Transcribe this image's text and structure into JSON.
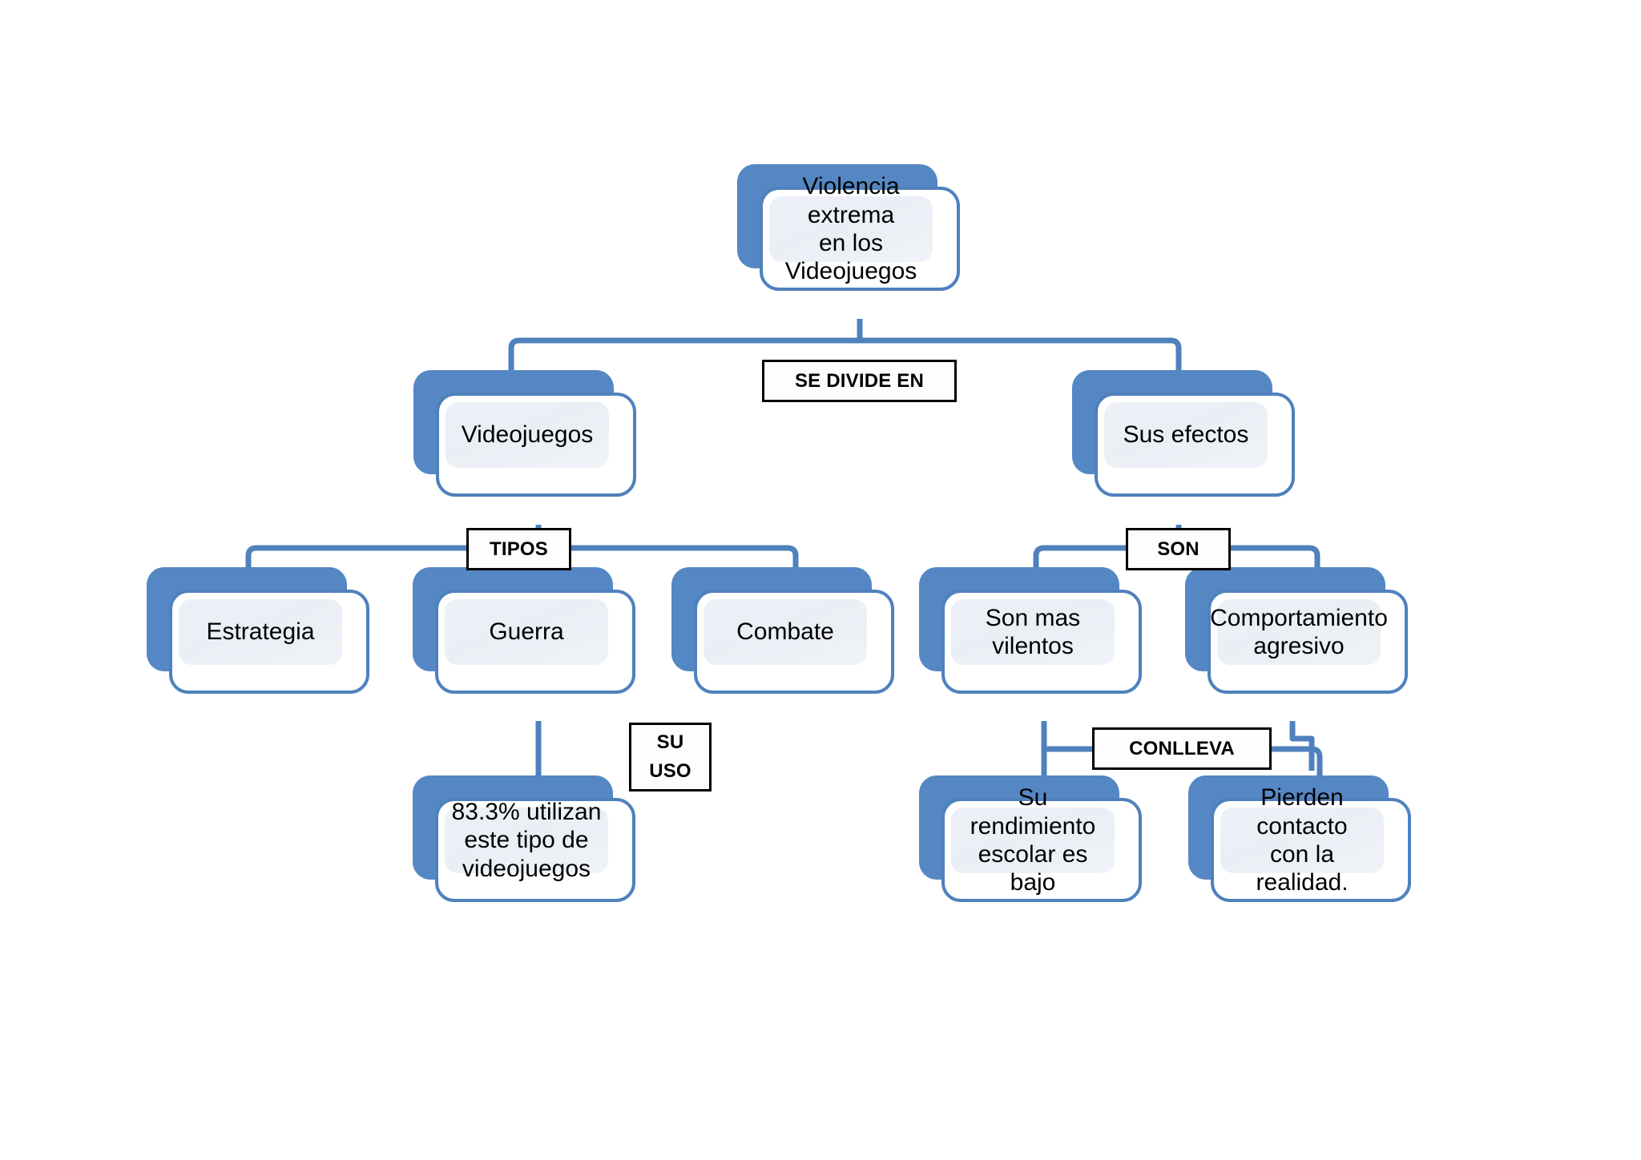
{
  "diagram": {
    "type": "concept-map",
    "title": "Violencia extrema en los Videojuegos",
    "accent_color": "#4F81BD",
    "plate_color": "#5487C3",
    "node_fill": "#EDF1F7",
    "background": "#ffffff",
    "nodes": [
      {
        "id": "root",
        "label": "Violencia extrema\nen los\nVideojuegos"
      },
      {
        "id": "videojuegos",
        "label": "Videojuegos"
      },
      {
        "id": "sus-efectos",
        "label": "Sus efectos"
      },
      {
        "id": "estrategia",
        "label": "Estrategia"
      },
      {
        "id": "guerra",
        "label": "Guerra"
      },
      {
        "id": "combate",
        "label": "Combate"
      },
      {
        "id": "son-violentos",
        "label": "Son mas vilentos"
      },
      {
        "id": "comportamiento",
        "label": "Comportamiento\nagresivo"
      },
      {
        "id": "porcentaje",
        "label": "83.3% utilizan\neste tipo de\nvideojuegos"
      },
      {
        "id": "rendimiento",
        "label": "Su rendimiento\nescolar es bajo"
      },
      {
        "id": "realidad",
        "label": "Pierden contacto\ncon la realidad."
      }
    ],
    "relations": [
      {
        "id": "se-divide-en",
        "label": "SE DIVIDE EN",
        "from": "root",
        "to": [
          "videojuegos",
          "sus-efectos"
        ]
      },
      {
        "id": "tipos",
        "label": "TIPOS",
        "from": "videojuegos",
        "to": [
          "estrategia",
          "guerra",
          "combate"
        ]
      },
      {
        "id": "son",
        "label": "SON",
        "from": "sus-efectos",
        "to": [
          "son-violentos",
          "comportamiento"
        ]
      },
      {
        "id": "su-uso",
        "label": "SU\nUSO",
        "from": "guerra",
        "to": [
          "porcentaje"
        ]
      },
      {
        "id": "conlleva",
        "label": "CONLLEVA",
        "from": "son-violentos",
        "to": [
          "rendimiento",
          "realidad"
        ]
      }
    ]
  }
}
